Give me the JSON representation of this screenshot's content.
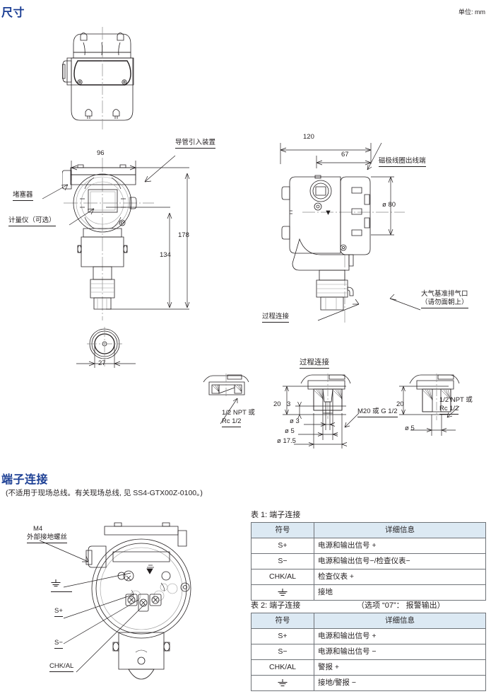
{
  "page": {
    "section1_title": "尺寸",
    "unit_note": "单位: mm",
    "section2_title": "端子连接",
    "section2_note": "(不适用于现场总线。有关现场总线, 见 SS4-GTX00Z-0100。)"
  },
  "dimensions_view": {
    "top_view": {},
    "front_view": {
      "width_96": "96",
      "height_178": "178",
      "height_134": "134",
      "label_conduit": "导管引入装置",
      "label_plug": "堵塞器",
      "label_meter": "计量仪（可选）"
    },
    "bottom_view": {
      "dia_27": "27"
    },
    "side_view": {
      "width_120": "120",
      "width_67": "67",
      "dia_80": "ø 80",
      "label_coil_terminal": "磁极线圈出线端",
      "label_vent": "大气基准排气口",
      "label_vent_sub": "（请勿面朝上）",
      "label_process_conn": "过程连接"
    },
    "detail_left": {
      "thread": "1/2 NPT 或",
      "thread2": "Rc 1/2"
    },
    "detail_center": {
      "title": "过程连接",
      "dim_20": "20",
      "dim_3": "3",
      "dia_3": "ø 3",
      "dia_5": "ø 5",
      "dia_175": "ø 17.5",
      "thread": "M20 或 G 1/2"
    },
    "detail_right": {
      "dim_20": "20",
      "dia_5": "ø 5",
      "thread": "1/2 NPT 或",
      "thread2": "Rc 1/2"
    }
  },
  "terminal_diagram": {
    "label_m4": "M4",
    "label_m4_sub": "外部接地螺丝",
    "label_ground": "ground-symbol",
    "label_splus": "S+",
    "label_sminus": "S−",
    "label_chkal": "CHK/AL"
  },
  "table1": {
    "caption": "表 1: 端子连接",
    "headers": [
      "符号",
      "详细信息"
    ],
    "rows": [
      {
        "symbol": "S+",
        "detail": "电源和输出信号 +"
      },
      {
        "symbol": "S−",
        "detail": "电源和输出信号−/检查仪表−"
      },
      {
        "symbol": "CHK/AL",
        "detail": "检查仪表 +"
      },
      {
        "symbol": "",
        "detail": "接地"
      }
    ]
  },
  "table2": {
    "caption": "表 2: 端子连接",
    "caption_right": "（选项 “07”： 报警输出）",
    "headers": [
      "符号",
      "详细信息"
    ],
    "rows": [
      {
        "symbol": "S+",
        "detail": "电源和输出信号 +"
      },
      {
        "symbol": "S−",
        "detail": "电源和输出信号 −"
      },
      {
        "symbol": "CHK/AL",
        "detail": "警报 +"
      },
      {
        "symbol": "",
        "detail": "接地/警报 −"
      }
    ]
  }
}
